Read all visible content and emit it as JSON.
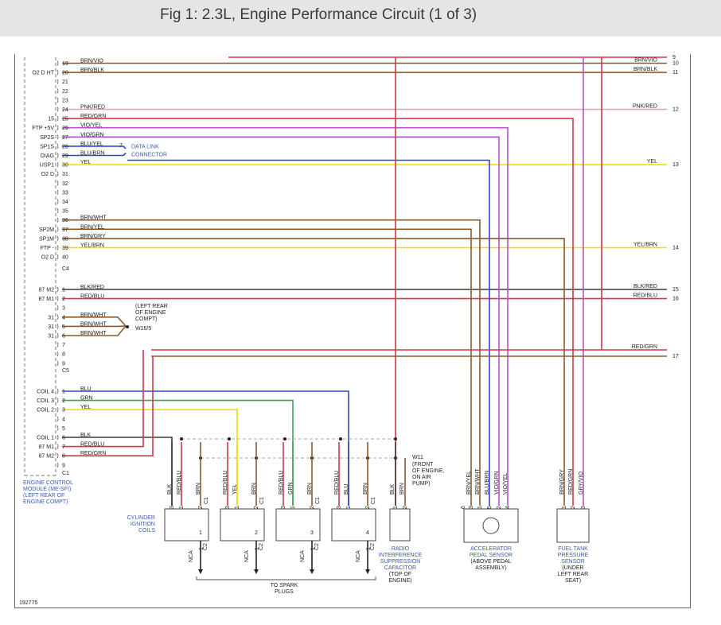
{
  "title": "Fig 1: 2.3L, Engine Performance Circuit (1 of 3)",
  "diagram_id": "192775",
  "colors": {
    "BRN": "#8b5a2b",
    "VIO": "#b255c9",
    "RED": "#d6344b",
    "BLK": "#3c3c3c",
    "PNK": "#f29aac",
    "GRN": "#3aa55a",
    "YEL": "#f0e000",
    "BLU": "#3244d8",
    "GRY": "#9a9a9a",
    "WHT": "#c8b090"
  },
  "ecm": {
    "label_lines": [
      "ENGINE CONTROL",
      "MODULE (ME-SFI)",
      "(LEFT REAR OF",
      "ENGINE COMPT)"
    ],
    "c4_rows": [
      {
        "label": "",
        "pin": "19",
        "wire": "BRN/VIO",
        "edge": "10"
      },
      {
        "label": "O2 D HT",
        "pin": "20",
        "wire": "BRN/BLK",
        "edge": "11"
      },
      {
        "label": "",
        "pin": "21",
        "wire": "",
        "edge": ""
      },
      {
        "label": "",
        "pin": "22",
        "wire": "",
        "edge": ""
      },
      {
        "label": "",
        "pin": "23",
        "wire": "",
        "edge": ""
      },
      {
        "label": "",
        "pin": "24",
        "wire": "PNK/RED",
        "edge": "12"
      },
      {
        "label": "15",
        "pin": "25",
        "wire": "RED/GRN",
        "edge": ""
      },
      {
        "label": "FTP +5V",
        "pin": "26",
        "wire": "VIO/YEL",
        "edge": ""
      },
      {
        "label": "SP2S",
        "pin": "27",
        "wire": "VIO/GRN",
        "edge": ""
      },
      {
        "label": "SP1S",
        "pin": "28",
        "wire": "BLU/YEL",
        "edge": ""
      },
      {
        "label": "DIAG",
        "pin": "29",
        "wire": "BLU/BRN",
        "edge": ""
      },
      {
        "label": "USP1",
        "pin": "30",
        "wire": "YEL",
        "edge": "13"
      },
      {
        "label": "O2 D",
        "pin": "31",
        "wire": "",
        "edge": ""
      },
      {
        "label": "",
        "pin": "32",
        "wire": "",
        "edge": ""
      },
      {
        "label": "",
        "pin": "33",
        "wire": "",
        "edge": ""
      },
      {
        "label": "",
        "pin": "34",
        "wire": "",
        "edge": ""
      },
      {
        "label": "",
        "pin": "35",
        "wire": "",
        "edge": ""
      },
      {
        "label": "",
        "pin": "36",
        "wire": "BRN/WHT",
        "edge": ""
      },
      {
        "label": "SP2M",
        "pin": "37",
        "wire": "BRN/YEL",
        "edge": ""
      },
      {
        "label": "SP1M",
        "pin": "38",
        "wire": "BRN/GRY",
        "edge": ""
      },
      {
        "label": "FTP -",
        "pin": "39",
        "wire": "YEL/BRN",
        "edge": "14"
      },
      {
        "label": "O2 D",
        "pin": "40",
        "wire": "",
        "edge": ""
      }
    ],
    "c4_label": "C4",
    "c5_rows": [
      {
        "label": "87 M2",
        "pin": "1",
        "wire": "BLK/RED",
        "edge": "15"
      },
      {
        "label": "87 M1",
        "pin": "2",
        "wire": "RED/BLU",
        "edge": "16"
      },
      {
        "label": "",
        "pin": "3",
        "wire": "",
        "edge": ""
      },
      {
        "label": "31",
        "pin": "4",
        "wire": "BRN/WHT",
        "edge": ""
      },
      {
        "label": "31",
        "pin": "5",
        "wire": "BRN/WHT",
        "edge": ""
      },
      {
        "label": "31",
        "pin": "6",
        "wire": "BRN/WHT",
        "edge": ""
      },
      {
        "label": "",
        "pin": "7",
        "wire": "",
        "edge": ""
      },
      {
        "label": "",
        "pin": "8",
        "wire": "",
        "edge": ""
      },
      {
        "label": "",
        "pin": "9",
        "wire": "",
        "edge": ""
      }
    ],
    "c5_label": "C5",
    "c1_rows": [
      {
        "label": "COIL 4",
        "pin": "1",
        "wire": "BLU"
      },
      {
        "label": "COIL 3",
        "pin": "2",
        "wire": "GRN"
      },
      {
        "label": "COIL 2",
        "pin": "3",
        "wire": "YEL"
      },
      {
        "label": "",
        "pin": "4",
        "wire": ""
      },
      {
        "label": "",
        "pin": "5",
        "wire": ""
      },
      {
        "label": "COIL 1",
        "pin": "6",
        "wire": "BLK"
      },
      {
        "label": "87 M1",
        "pin": "7",
        "wire": "RED/BLU"
      },
      {
        "label": "87 M2",
        "pin": "8",
        "wire": "RED/GRN"
      },
      {
        "label": "",
        "pin": "9",
        "wire": ""
      }
    ],
    "c1_label": "C1"
  },
  "edge_labels": [
    {
      "num": "9",
      "wire": ""
    },
    {
      "num": "10",
      "wire": "BRN/VIO"
    },
    {
      "num": "11",
      "wire": "BRN/BLK"
    },
    {
      "num": "12",
      "wire": "PNK/RED"
    },
    {
      "num": "13",
      "wire": "YEL"
    },
    {
      "num": "14",
      "wire": "YEL/BRN"
    },
    {
      "num": "15",
      "wire": "BLK/RED"
    },
    {
      "num": "16",
      "wire": "RED/BLU"
    },
    {
      "num": "17",
      "wire": "RED/GRN"
    }
  ],
  "dlc": {
    "pin": "7",
    "lines": [
      "DATA LINK",
      "CONNECTOR"
    ]
  },
  "ground_w16": {
    "lines": [
      "(LEFT REAR",
      "OF ENGINE",
      "COMPT)"
    ],
    "id": "W16/5"
  },
  "ground_w11": {
    "id": "W11",
    "lines": [
      "(FRONT",
      "OF ENGINE,",
      "ON AIR",
      "PUMP)"
    ]
  },
  "coils": {
    "label_lines": [
      "CYLINDER",
      "IGNITION",
      "COILS"
    ],
    "units": [
      {
        "num": "1",
        "wires": [
          "BLK",
          "RED/BLU",
          "BRN"
        ]
      },
      {
        "num": "2",
        "wires": [
          "RED/BLU",
          "YEL",
          "BRN"
        ]
      },
      {
        "num": "3",
        "wires": [
          "RED/BLU",
          "GRN",
          "BRN"
        ]
      },
      {
        "num": "4",
        "wires": [
          "RED/BLU",
          "BLU",
          "BRN"
        ]
      }
    ],
    "pin_nums": [
      "3",
      "1",
      "2"
    ],
    "c1_label": "C1",
    "c2_label": "C2",
    "nca_label": "NCA",
    "nca_pin": "1",
    "spark_lines": [
      "TO SPARK",
      "PLUGS"
    ]
  },
  "capacitor": {
    "wires": [
      "BLK",
      "BRN"
    ],
    "pins": [
      "1",
      "2"
    ],
    "label_lines": [
      "RADIO",
      "INTERFERENCE",
      "SUPPRESSION",
      "CAPACITOR"
    ],
    "loc_lines": [
      "(TOP OF",
      "ENGINE)"
    ]
  },
  "pedal": {
    "wires": [
      "BRN/YEL",
      "BRN/WHT",
      "BLU/BRN",
      "VIO/GRN",
      "VIO/YEL"
    ],
    "pins": [
      "6",
      "3",
      "1",
      "5",
      "2",
      "4"
    ],
    "label_lines": [
      "ACCELERATOR",
      "PEDAL SENSOR"
    ],
    "loc_lines": [
      "(ABOVE PEDAL",
      "ASSEMBLY)"
    ]
  },
  "ftp_sensor": {
    "wires": [
      "BRN/GRY",
      "RED/GRN",
      "GRY/VIO"
    ],
    "pins": [
      "1",
      "2",
      "3"
    ],
    "label_lines": [
      "FUEL TANK",
      "PRESSURE",
      "SENSOR"
    ],
    "loc_lines": [
      "(UNDER",
      "LEFT REAR",
      "SEAT)"
    ]
  }
}
